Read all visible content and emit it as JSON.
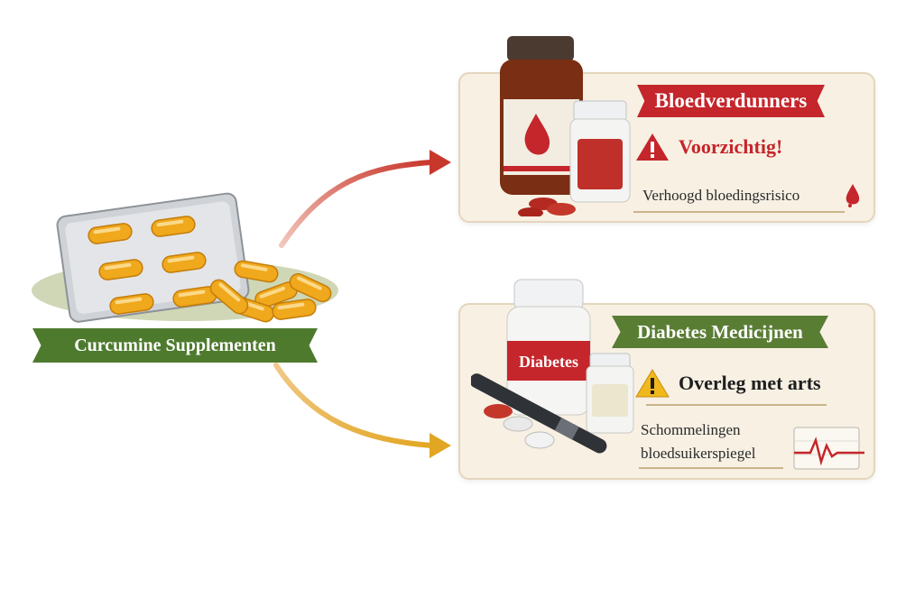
{
  "source": {
    "label": "Curcumine Supplementen"
  },
  "blood_thinners": {
    "title": "Bloedverdunners",
    "warning": "Voorzichtig!",
    "note": "Verhoogd bloedingsrisico",
    "color": "#c4262b"
  },
  "diabetes": {
    "title": "Diabetes Medicijnen",
    "bottle_label": "Diabetes",
    "warning": "Overleg met arts",
    "note_line1": "Schommelingen",
    "note_line2": "bloedsuikerspiegel",
    "color": "#5a7d34"
  },
  "colors": {
    "arrow_top": "#c8372c",
    "arrow_bottom": "#e2a722",
    "capsule": "#f0a81c",
    "card_bg": "#f7f0e3"
  }
}
